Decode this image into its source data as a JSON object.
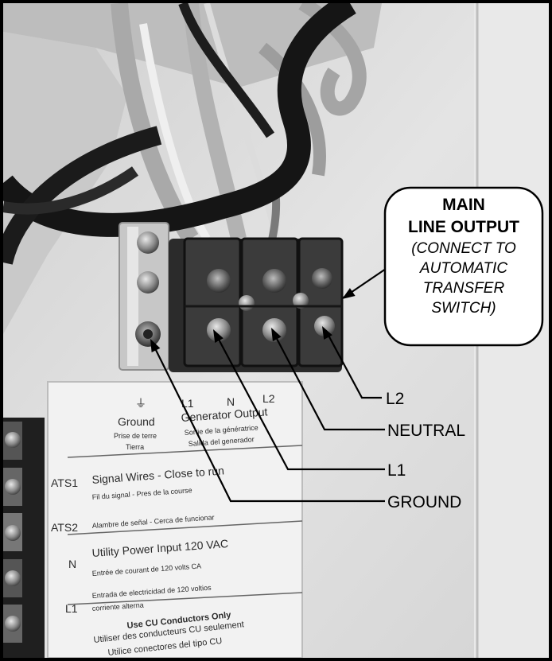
{
  "callout": {
    "title_line1": "MAIN",
    "title_line2": "LINE OUTPUT",
    "note_line1": "(CONNECT TO",
    "note_line2": "AUTOMATIC",
    "note_line3": "TRANSFER",
    "note_line4": "SWITCH)"
  },
  "labels": {
    "l2": "L2",
    "neutral": "NEUTRAL",
    "l1": "L1",
    "ground": "GROUND"
  },
  "decal": {
    "col_l1": "L1",
    "col_n": "N",
    "col_l2": "L2",
    "ground_title": "Ground",
    "ground_fr": "Prise de terre",
    "ground_es": "Tierra",
    "gen_title": "Generator Output",
    "gen_fr": "Sortie de la génératrice",
    "gen_es": "Salida del generador",
    "ats1_tag": "ATS1",
    "ats1_text": "Signal Wires - Close to run",
    "ats1_fr": "Fil du signal - Pres de la course",
    "ats2_tag": "ATS2",
    "ats2_text": "Alambre de señal - Cerca de funcionar",
    "n_tag": "N",
    "n_text": "Utility Power Input 120 VAC",
    "n_fr": "Entrée de courant de 120 volts CA",
    "l1_tag": "L1",
    "l1_es1": "Entrada de electricidad de 120 voltios",
    "l1_es2": "corriente alterna",
    "cu_line1": "Use CU Conductors Only",
    "cu_line2": "Utiliser des conducteurs CU seulement",
    "cu_line3": "Utilice conectores del tipo CU"
  },
  "colors": {
    "frame": "#000000",
    "photo_bg": "#d9d9d9",
    "wire_black": "#151515",
    "terminal_block": "#2b2b2b"
  }
}
